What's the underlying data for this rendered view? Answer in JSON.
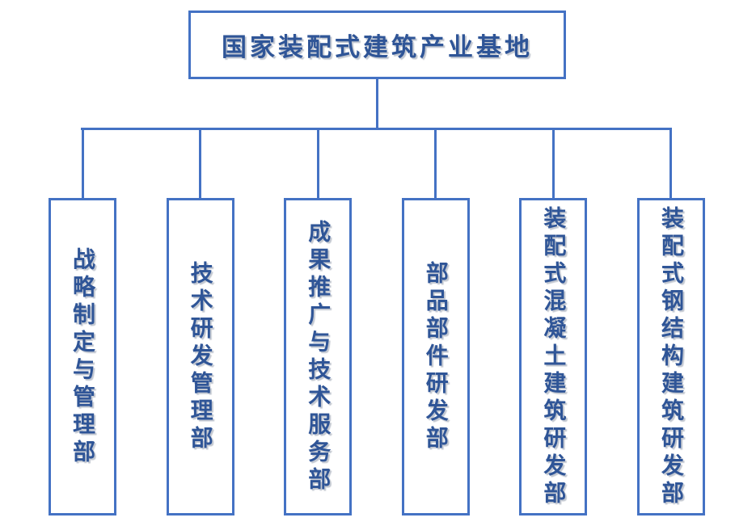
{
  "root": {
    "label": "国家装配式建筑产业基地"
  },
  "departments": [
    {
      "label": "战略制定与管理部"
    },
    {
      "label": "技术研发管理部"
    },
    {
      "label": "成果推广与技术服务部"
    },
    {
      "label": "部品部件研发部"
    },
    {
      "label": "装配式混凝土建筑研发部"
    },
    {
      "label": "装配式钢结构建筑研发部"
    }
  ],
  "colors": {
    "line_blue": "#4472C4",
    "text_blue": "#2F5597",
    "background": "#FFFFFF"
  }
}
